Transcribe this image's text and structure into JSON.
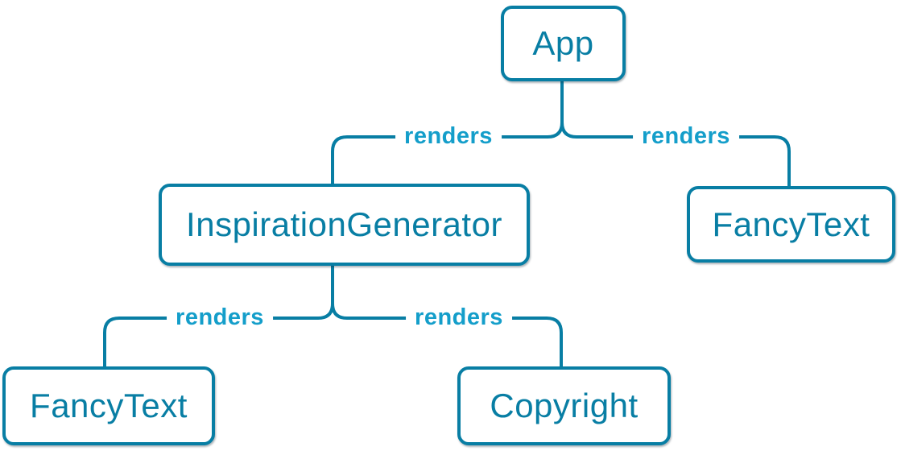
{
  "diagram": {
    "type": "component-render-tree",
    "nodes": [
      {
        "id": "app",
        "label": "App"
      },
      {
        "id": "inspiration-generator",
        "label": "InspirationGenerator"
      },
      {
        "id": "fancy-text-top",
        "label": "FancyText"
      },
      {
        "id": "fancy-text-bottom",
        "label": "FancyText"
      },
      {
        "id": "copyright",
        "label": "Copyright"
      }
    ],
    "edges": [
      {
        "from": "App",
        "to": "InspirationGenerator",
        "label": "renders"
      },
      {
        "from": "App",
        "to": "FancyText",
        "label": "renders"
      },
      {
        "from": "InspirationGenerator",
        "to": "FancyText",
        "label": "renders"
      },
      {
        "from": "InspirationGenerator",
        "to": "Copyright",
        "label": "renders"
      }
    ],
    "colors": {
      "line": "#087ea4",
      "node_border": "#087ea4",
      "node_text": "#087ea4",
      "edge_label": "#149eca",
      "node_background": "#ffffff"
    }
  }
}
